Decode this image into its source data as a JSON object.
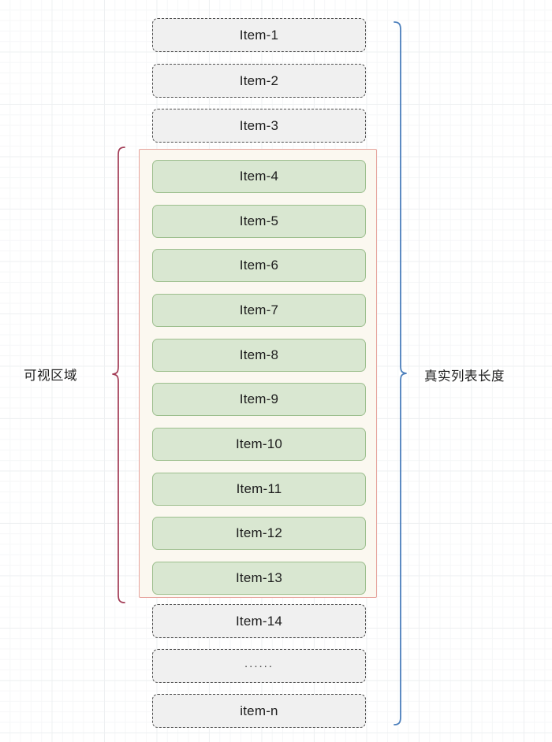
{
  "diagram": {
    "type": "virtual-scroll-list-illustration",
    "colors": {
      "ghost_fill": "#f0f0f0",
      "ghost_border": "#4f4f4f",
      "active_fill": "#d9e7d1",
      "active_border": "#9dbf8e",
      "viewport_frame_border": "#e6a39c",
      "viewport_frame_fill": "#fbf8f0",
      "left_brace": "#a23b55",
      "right_brace": "#4a7ebb",
      "grid_line": "#eef0f2",
      "text": "#1d1d1d"
    },
    "annotations": {
      "left_brace_label": "可视区域",
      "right_brace_label": "真实列表长度"
    },
    "list": {
      "above_viewport": [
        {
          "label": "Item-1",
          "state": "ghost"
        },
        {
          "label": "Item-2",
          "state": "ghost"
        },
        {
          "label": "Item-3",
          "state": "ghost"
        }
      ],
      "in_viewport": [
        {
          "label": "Item-4",
          "state": "active"
        },
        {
          "label": "Item-5",
          "state": "active"
        },
        {
          "label": "Item-6",
          "state": "active"
        },
        {
          "label": "Item-7",
          "state": "active"
        },
        {
          "label": "Item-8",
          "state": "active"
        },
        {
          "label": "Item-9",
          "state": "active"
        },
        {
          "label": "Item-10",
          "state": "active"
        },
        {
          "label": "Item-11",
          "state": "active"
        },
        {
          "label": "Item-12",
          "state": "active"
        },
        {
          "label": "Item-13",
          "state": "active"
        }
      ],
      "below_viewport": [
        {
          "label": "Item-14",
          "state": "ghost"
        },
        {
          "label": "......",
          "state": "ghost-ellipsis"
        },
        {
          "label": "item-n",
          "state": "ghost"
        }
      ]
    }
  }
}
